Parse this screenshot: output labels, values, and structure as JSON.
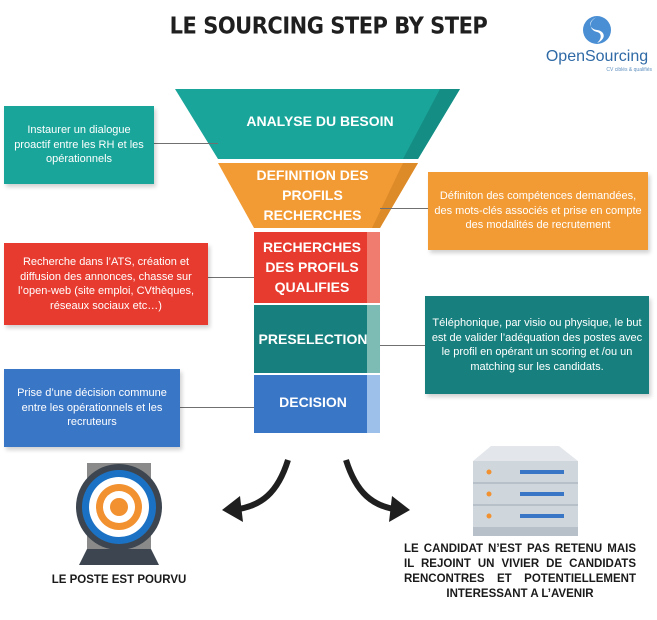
{
  "title": "LE SOURCING STEP BY STEP",
  "logo": {
    "name": "OpenSourcing",
    "tagline": "CV ciblés & qualifiés",
    "icon": "opensourcing-logo-icon"
  },
  "funnel": [
    {
      "label": "ANALYSE DU BESOIN",
      "color": "#1aa59a"
    },
    {
      "label": "DEFINITION DES PROFILS RECHERCHES",
      "color": "#f29b35"
    },
    {
      "label": "RECHERCHES DES PROFILS QUALIFIES",
      "color": "#e83b2f"
    },
    {
      "label": "PRESELECTION",
      "color": "#17807e"
    },
    {
      "label": "DECISION",
      "color": "#3a76c6"
    }
  ],
  "boxes": {
    "analyse": "Instaurer un dialogue proactif entre les RH et les opérationnels",
    "definition": "Définiton des compétences demandées, des mots-clés associés et prise en compte des modalités de recrutement",
    "recherches": "Recherche dans l’ATS, création et diffusion des annonces, chasse sur l’open-web (site emploi, CVthèques, réseaux sociaux etc…)",
    "preselection": "Téléphonique, par visio ou physique, le but est de valider l’adéquation des postes avec le profil en opérant un scoring et /ou un matching sur les candidats.",
    "decision": "Prise d’une décision commune entre les opérationnels et les recruteurs"
  },
  "outcomes": {
    "left": {
      "caption": "LE POSTE EST POURVU",
      "icon": "target-icon"
    },
    "right": {
      "caption": "LE CANDIDAT N’EST PAS RETENU MAIS IL REJOINT UN VIVIER DE CANDIDATS RENCONTRES ET POTENTIELLEMENT INTERESSANT A L’AVENIR",
      "icon": "server-icon"
    }
  },
  "colors": {
    "teal": "#1aa59a",
    "orange": "#f29b35",
    "red": "#e83b2f",
    "dark_teal": "#17807e",
    "blue": "#3a76c6"
  }
}
